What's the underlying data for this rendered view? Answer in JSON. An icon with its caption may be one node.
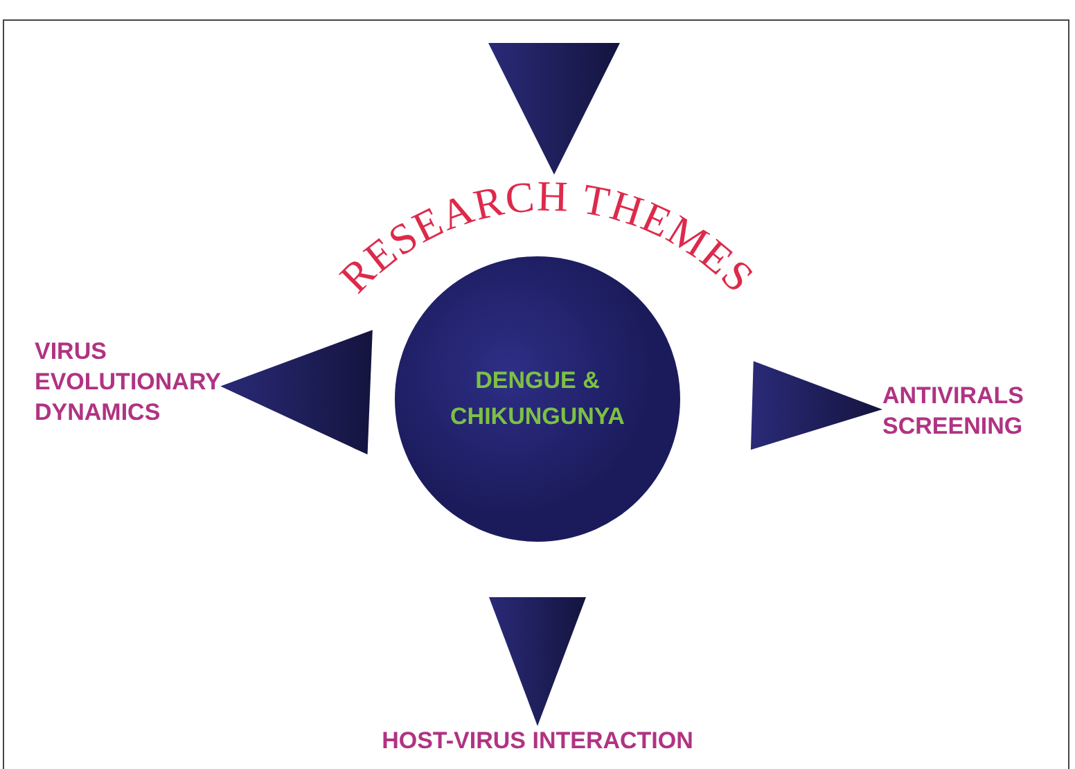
{
  "diagram": {
    "nodes": [
      {
        "text": [
          "RESEARCH THEMES"
        ]
      },
      {
        "text": [
          "DENGUE & CHIKUNGUNYA"
        ]
      },
      {
        "text": [
          "VIRUS EVOLUTIONARY DYNAMICS"
        ]
      },
      {
        "text": [
          "ANTIVIRALS SCREENING"
        ]
      },
      {
        "text": [
          "HOST-VIRUS INTERACTION"
        ]
      }
    ],
    "edges": [
      {
        "from": null,
        "to": 0,
        "arrow": "to"
      },
      {
        "from": 1,
        "to": 2,
        "arrow": "to"
      },
      {
        "from": 1,
        "to": 3,
        "arrow": "to"
      },
      {
        "from": 1,
        "to": 4,
        "arrow": "to"
      }
    ]
  }
}
